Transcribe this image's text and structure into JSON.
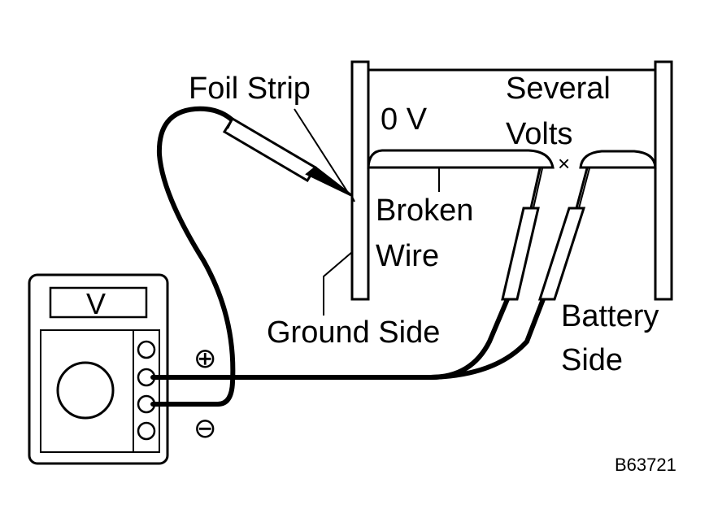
{
  "labels": {
    "foil_strip": "Foil Strip",
    "zero_volts": "0 V",
    "several_line1": "Several",
    "several_line2": "Volts",
    "broken_line1": "Broken",
    "broken_line2": "Wire",
    "ground_side": "Ground Side",
    "battery_line1": "Battery",
    "battery_line2": "Side",
    "meter_mode": "V",
    "figure_code": "B63721"
  },
  "symbols": {
    "plus": "⊕",
    "minus": "⊖",
    "break_mark": "×"
  },
  "colors": {
    "ink": "#000000",
    "paper": "#ffffff"
  }
}
